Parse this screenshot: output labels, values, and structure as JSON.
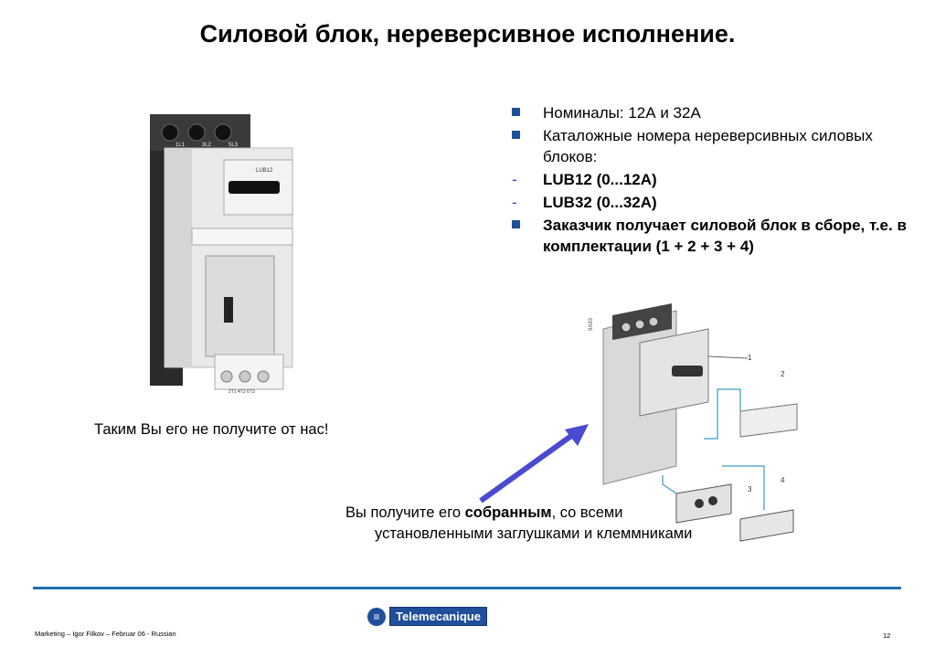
{
  "slide": {
    "title": "Силовой блок, нереверсивное исполнение.",
    "bullets": [
      {
        "type": "square",
        "text": "Номиналы: 12А и 32А",
        "bold": false
      },
      {
        "type": "square",
        "text": "Каталожные номера нереверсивных силовых блоков:",
        "bold": false
      },
      {
        "type": "dash",
        "text": "LUB12 (0...12A)",
        "bold": true
      },
      {
        "type": "dash",
        "text": "LUB32 (0...32A)",
        "bold": true
      },
      {
        "type": "square",
        "text": "Заказчик получает силовой блок в сборе, т.е. в комплектации (1 + 2 + 3 + 4)",
        "bold": true
      }
    ],
    "caption_left": "Таким Вы его не получите от нас!",
    "caption_right": {
      "prefix": "Вы получите его ",
      "bold": "собранным",
      "suffix": ", со всеми",
      "line2": "установленными заглушками и клеммниками"
    },
    "device_labels": {
      "terminal_1": "1L1",
      "terminal_2": "3L2",
      "terminal_3": "5L3",
      "lub": "LUB12",
      "bottom": "2T1 4T2 6T3"
    },
    "exploded_labels": [
      "1",
      "2",
      "3",
      "4"
    ],
    "exploded_code": "9A93",
    "footer": {
      "left": "Marketing – Igor Filkov – Februar 06 - Russian",
      "page": "12",
      "logo": "Telemecanique"
    },
    "colors": {
      "accent": "#1f4e9a",
      "rule": "#1f6fb0",
      "arrow": "#4a4ad0",
      "leader": "#5aaecc"
    }
  }
}
